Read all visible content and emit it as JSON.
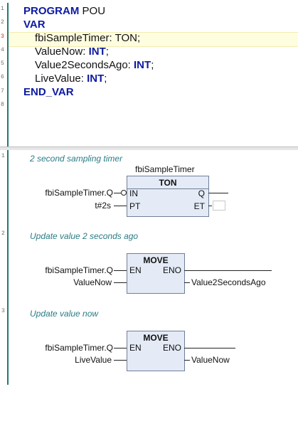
{
  "declaration": {
    "line_numbers": [
      "1",
      "2",
      "3",
      "4",
      "5",
      "6",
      "7",
      "8"
    ],
    "program_keyword": "PROGRAM",
    "program_name": "POU",
    "var_keyword": "VAR",
    "variables": [
      {
        "name": "fbiSampleTimer",
        "sep": ": ",
        "type": "TON",
        "type_keyword": false
      },
      {
        "name": "ValueNow",
        "sep": ": ",
        "type": "INT",
        "type_keyword": true
      },
      {
        "name": "Value2SecondsAgo",
        "sep": ": ",
        "type": "INT",
        "type_keyword": true
      },
      {
        "name": "LiveValue",
        "sep": ": ",
        "type": "INT",
        "type_keyword": true
      }
    ],
    "end_var_keyword": "END_VAR",
    "semicolon": ";"
  },
  "networks": [
    {
      "number": "1",
      "comment": "2 second sampling timer",
      "instance": "fbiSampleTimer",
      "block": "TON",
      "inputs": [
        {
          "pin": "IN",
          "var": "fbiSampleTimer.Q"
        },
        {
          "pin": "PT",
          "var": "t#2s"
        }
      ],
      "outputs": [
        {
          "pin": "Q",
          "var": ""
        },
        {
          "pin": "ET",
          "var": ""
        }
      ]
    },
    {
      "number": "2",
      "comment": "Update value 2 seconds ago",
      "block": "MOVE",
      "inputs": [
        {
          "pin": "EN",
          "var": "fbiSampleTimer.Q"
        },
        {
          "pin": "",
          "var": "ValueNow"
        }
      ],
      "outputs": [
        {
          "pin": "ENO",
          "var": ""
        },
        {
          "pin": "",
          "var": "Value2SecondsAgo"
        }
      ]
    },
    {
      "number": "3",
      "comment": "Update value now",
      "block": "MOVE",
      "inputs": [
        {
          "pin": "EN",
          "var": "fbiSampleTimer.Q"
        },
        {
          "pin": "",
          "var": "LiveValue"
        }
      ],
      "outputs": [
        {
          "pin": "ENO",
          "var": ""
        },
        {
          "pin": "",
          "var": "ValueNow"
        }
      ]
    }
  ],
  "colors": {
    "keyword": "#0c1aa0",
    "comment": "#2a7c86",
    "block_fill": "#e4ebf6",
    "highlight": "#fffde0"
  }
}
